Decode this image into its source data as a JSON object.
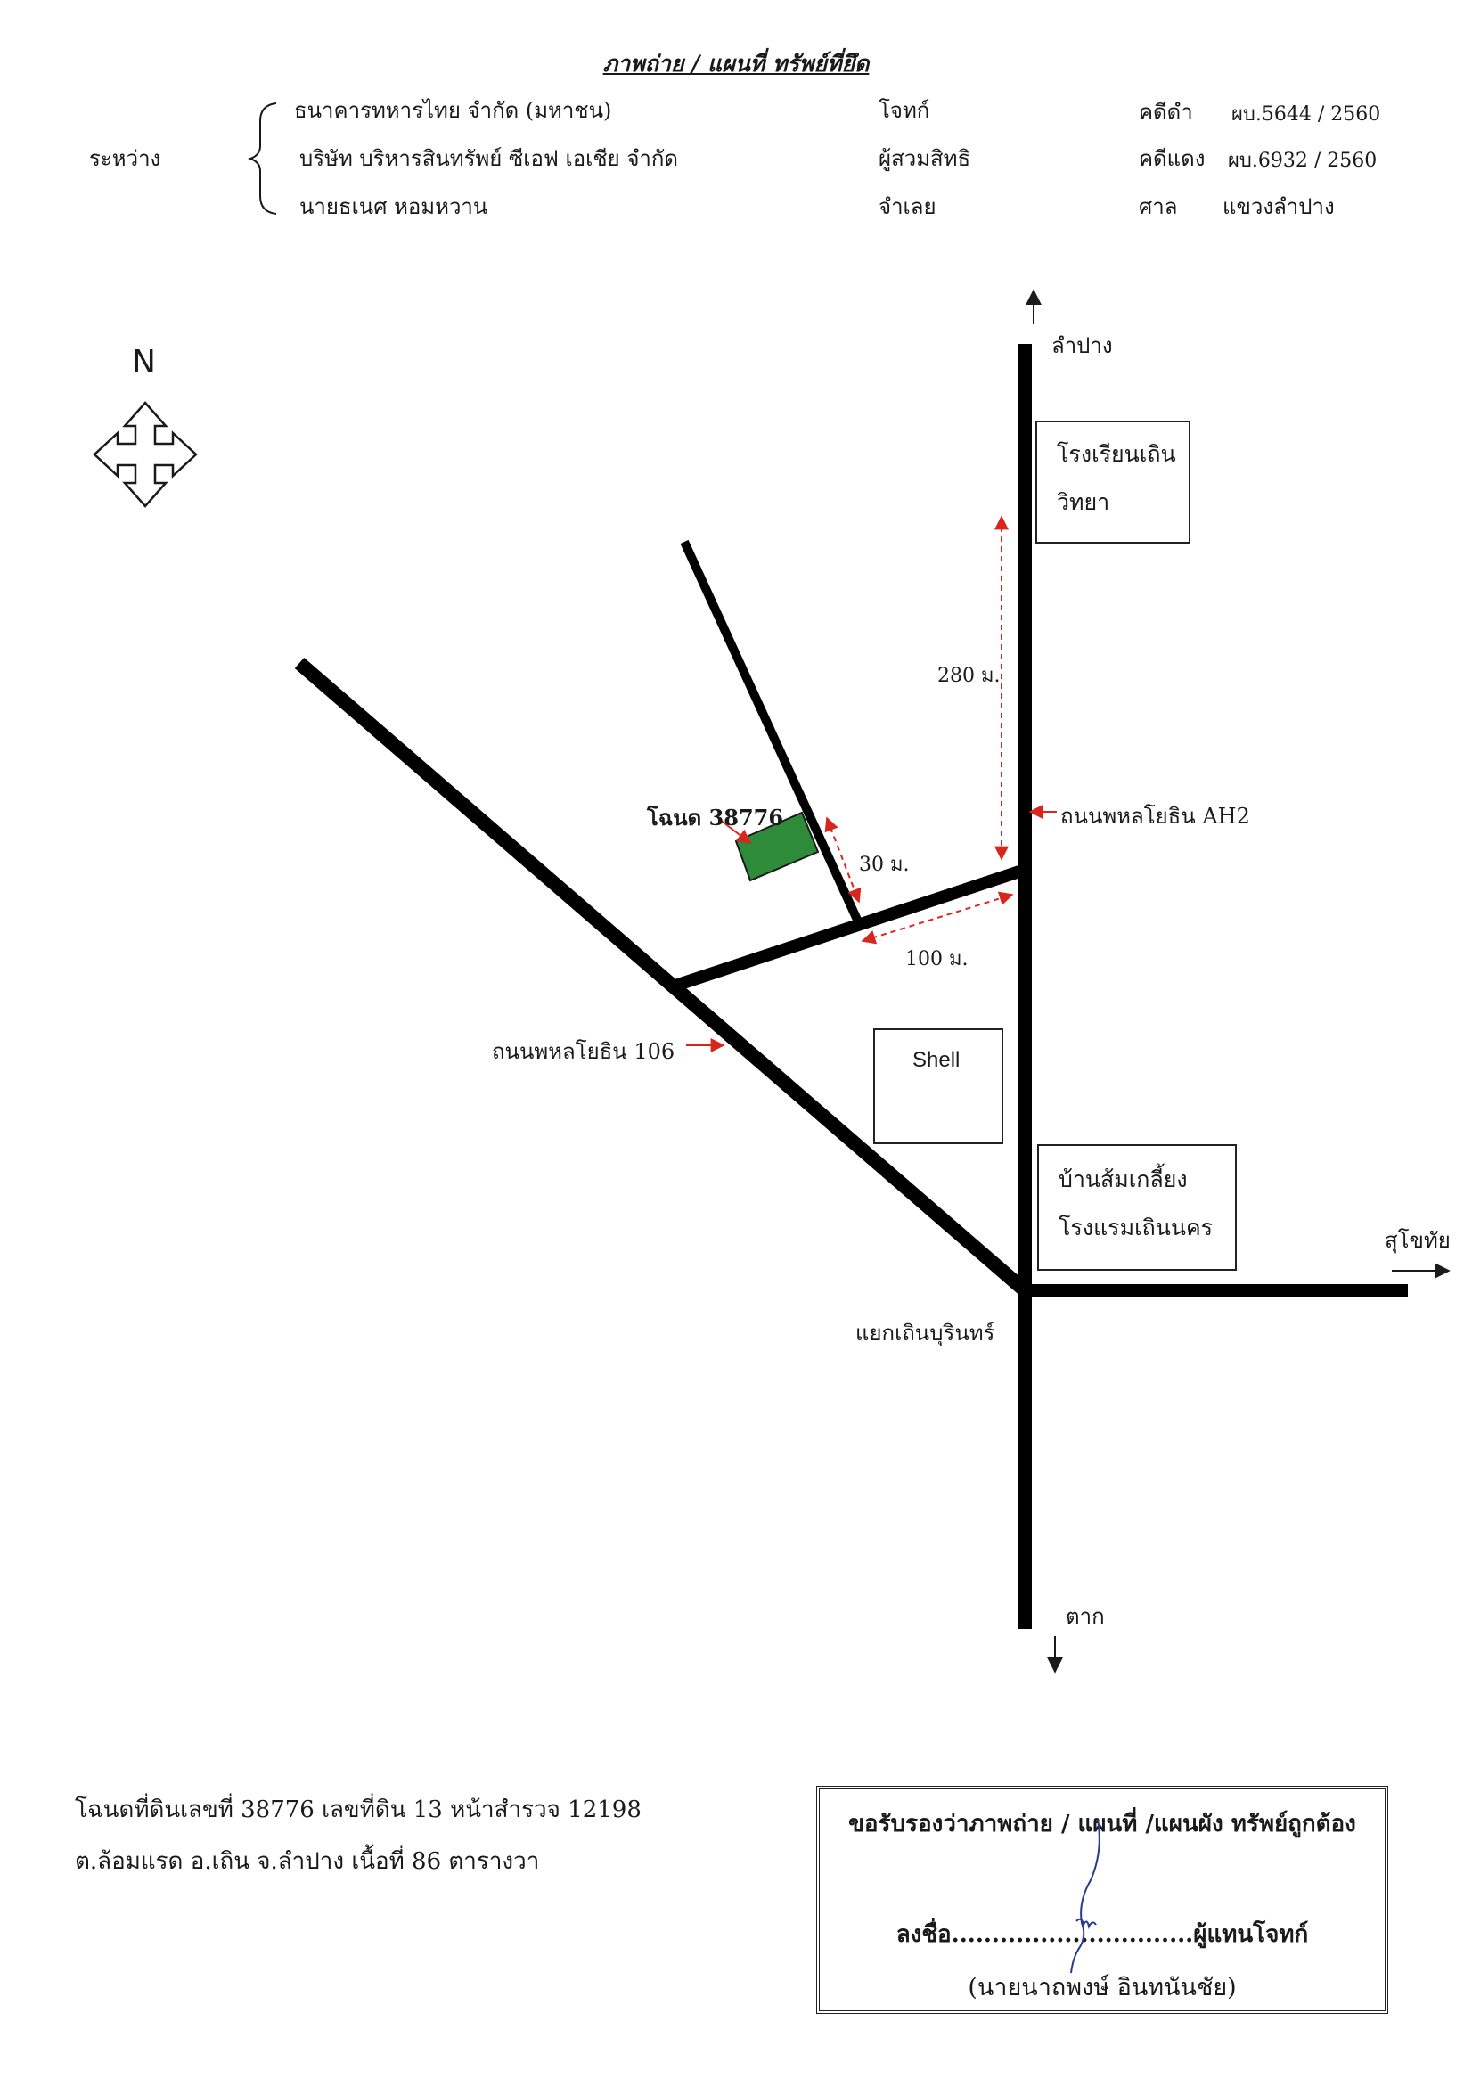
{
  "title": "ภาพถ่าย / แผนที่ ทรัพย์ที่ยึด",
  "header": {
    "between_label": "ระหว่าง",
    "parties": [
      {
        "name": "ธนาคารทหารไทย จำกัด (มหาชน)",
        "role": "โจทก์"
      },
      {
        "name": "บริษัท บริหารสินทรัพย์ ซีเอฟ เอเชีย จำกัด",
        "role": "ผู้สวมสิทธิ"
      },
      {
        "name": "นายธเนศ  หอมหวาน",
        "role": "จำเลย"
      }
    ],
    "case_info": [
      {
        "label": "คดีดำ",
        "value": "ผบ.5644 / 2560"
      },
      {
        "label": "คดีแดง",
        "value": "ผบ.6932 / 2560"
      },
      {
        "label": "ศาล",
        "value": "แขวงลำปาง"
      }
    ]
  },
  "compass": {
    "label": "N",
    "icon": "four-way-arrow-icon"
  },
  "map": {
    "directions": {
      "north": "ลำปาง",
      "south": "ตาก",
      "east": "สุโขทัย"
    },
    "roads": {
      "main": "ถนนพหลโยธิน AH2",
      "branch": "ถนนพหลโยธิน 106",
      "junction": "แยกเถินบุรินทร์"
    },
    "parcel": {
      "label": "โฉนด 38776",
      "color": "#2e8b3a"
    },
    "landmarks": {
      "school": [
        "โรงเรียนเถิน",
        "วิทยา"
      ],
      "station": "Shell",
      "hotel": [
        "บ้านส้มเกลี้ยง",
        "โรงแรมเถินนคร"
      ]
    },
    "distances": {
      "d1": "280 ม.",
      "d2": "30 ม.",
      "d3": "100 ม."
    },
    "dimension_color": "#d9261c"
  },
  "footer": {
    "deed_line1": "โฉนดที่ดินเลขที่ 38776 เลขที่ดิน 13  หน้าสำรวจ 12198",
    "deed_line2": "ต.ล้อมแรด อ.เถิน จ.ลำปาง  เนื้อที่ 86 ตารางวา",
    "certification": {
      "heading": "ขอรับรองว่าภาพถ่าย / แผนที่ /แผนผัง ทรัพย์ถูกต้อง",
      "sign_line": "ลงชื่อ..............................ผู้แทนโจทก์",
      "signer": "(นายนาถพงษ์ อินทนันชัย)"
    }
  }
}
